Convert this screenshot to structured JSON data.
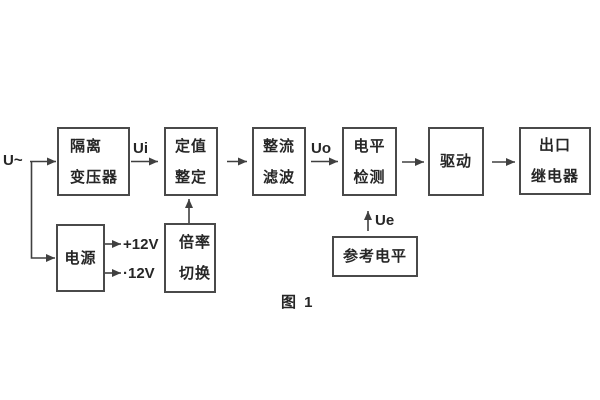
{
  "figure": {
    "caption": "图 1",
    "colors": {
      "line": "#404040",
      "border": "#4a4a4a",
      "text": "#262626",
      "background": "#ffffff"
    },
    "blocks": {
      "isolation_transformer": {
        "line1": "隔离",
        "line2": "变压器"
      },
      "setting": {
        "line1": "定值",
        "line2": "整定"
      },
      "rectifier_filter": {
        "line1": "整流",
        "line2": "滤波"
      },
      "level_detection": {
        "line1": "电平",
        "line2": "检测"
      },
      "driver": {
        "line1": "驱动"
      },
      "output_relay": {
        "line1": "出口",
        "line2": "继电器"
      },
      "power_supply": {
        "line1": "电源"
      },
      "ratio_switch": {
        "line1": "倍率",
        "line2": "切换"
      },
      "reference_level": {
        "line1": "参考电平"
      }
    },
    "labels": {
      "input": "U~",
      "ui": "Ui",
      "uo": "Uo",
      "ue": "Ue",
      "plus_12v": "+12V",
      "minus_12v": "·12V"
    }
  }
}
